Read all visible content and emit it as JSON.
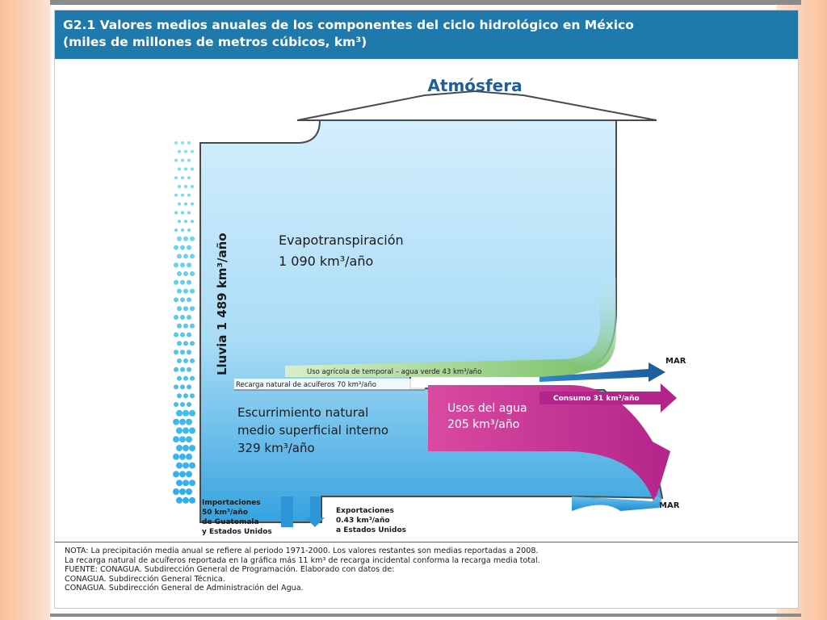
{
  "header": {
    "title_line1": "G2.1 Valores medios anuales de los componentes del ciclo hidrológico en México",
    "title_line2": "(miles de millones de metros cúbicos, km³)"
  },
  "diagram": {
    "atmosphere": "Atmósfera",
    "rain": "Lluvia 1 489 km³/año",
    "evapo_line1": "Evapotranspiración",
    "evapo_line2": "1 090 km³/año",
    "agri": "Uso agrícola de temporal – agua verde 43 km³/año",
    "recharge": "Recarga  natural de acuíferos 70 km³/año",
    "runoff_line1": "Escurrimiento natural",
    "runoff_line2": "medio superficial interno",
    "runoff_line3": "329 km³/año",
    "uses_line1": "Usos del agua",
    "uses_line2": "205 km³/año",
    "consumption": "Consumo 31 km³/año",
    "sea_top": "MAR",
    "sea_bottom": "MAR",
    "imports_line1": "Importaciones",
    "imports_line2": "50 km³/año",
    "imports_line3": "de Guatemala",
    "imports_line4": "y Estados Unidos",
    "exports_line1": "Exportaciones",
    "exports_line2": "0.43 km³/año",
    "exports_line3": "a Estados Unidos",
    "colors": {
      "water": "#5fb9ea",
      "green": "#8cc97a",
      "magenta": "#c6308f",
      "dark_blue": "#1f5e9c",
      "header": "#1f79ab"
    }
  },
  "notes": {
    "n1": "NOTA: La precipitación media anual se refiere al periodo 1971-2000. Los valores restantes son medias reportadas a 2008.",
    "n2": "La recarga natural de acuíferos reportada en la gráfica más 11 km³ de recarga incidental conforma la recarga media total.",
    "n3": "FUENTE: CONAGUA. Subdirección General de Programación. Elaborado con datos de:",
    "n4": "CONAGUA. Subdirección General Técnica.",
    "n5": "CONAGUA. Subdirección General de Administración del Agua."
  }
}
